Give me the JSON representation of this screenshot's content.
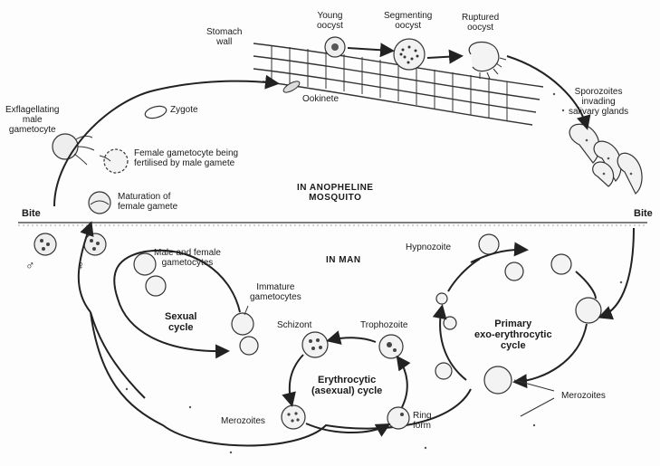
{
  "labels": {
    "stomach_wall": "Stomach\nwall",
    "young_oocyst": "Young\noocyst",
    "segmenting_oocyst": "Segmenting\noocyst",
    "ruptured_oocyst": "Ruptured\noocyst",
    "sporozoites": "Sporozoites\ninvading\nsalivary glands",
    "ookinete": "Ookinete",
    "zygote": "Zygote",
    "exflagellating": "Exflagellating\nmale\ngametocyte",
    "female_fertilised": "Female gametocyte being\nfertilised by male gamete",
    "maturation": "Maturation of\nfemale gamete",
    "bite_left": "Bite",
    "bite_right": "Bite",
    "in_anopheline": "IN ANOPHELINE\nMOSQUITO",
    "in_man": "IN MAN",
    "male_female_gametocytes": "Male and female\ngametocytes",
    "immature_gametocytes": "Immature\ngametocytes",
    "sexual_cycle": "Sexual\ncycle",
    "schizont": "Schizont",
    "trophozoite": "Trophozoite",
    "hypnozoite": "Hypnozoite",
    "primary_cycle": "Primary\nexo-erythrocytic\ncycle",
    "erythrocytic_cycle": "Erythrocytic\n(asexual) cycle",
    "merozoites_left": "Merozoites",
    "merozoites_right": "Merozoites",
    "ring_form": "Ring\nform",
    "male_symbol": "♂",
    "female_symbol": "♀"
  }
}
